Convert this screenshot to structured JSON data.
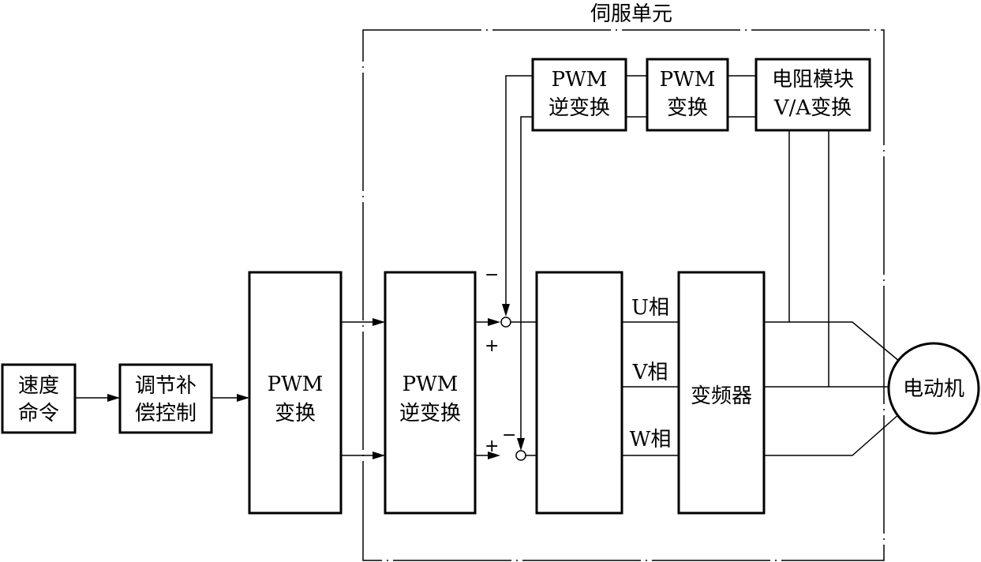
{
  "servo_unit_title": "伺服单元",
  "blocks": {
    "speed_command": [
      "速度",
      "命令"
    ],
    "regulation_compensation": [
      "调节补",
      "偿控制"
    ],
    "pwm_transform": [
      "PWM",
      "变换"
    ],
    "pwm_inverse_transform": [
      "PWM",
      "逆变换"
    ],
    "inverter": [
      "变频器"
    ],
    "motor": "电动机",
    "feedback_pwm_inverse": [
      "PWM",
      "逆变换"
    ],
    "feedback_pwm_transform": [
      "PWM",
      "变换"
    ],
    "resistor_module": [
      "电阻模块",
      "V/A变换"
    ]
  },
  "phases": {
    "u": "U相",
    "v": "V相",
    "w": "W相"
  },
  "signs": {
    "minus": "−",
    "plus": "+"
  }
}
